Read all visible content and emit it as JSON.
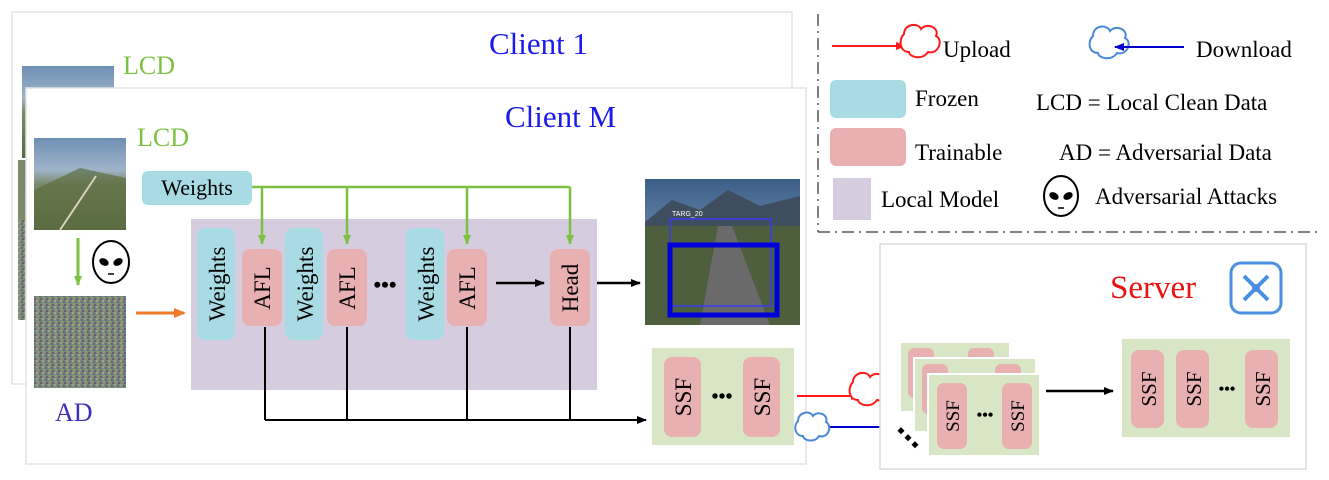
{
  "clients": {
    "client1_title": "Client 1",
    "clientM_title": "Client M",
    "lcd_label": "LCD",
    "ad_label": "AD"
  },
  "model": {
    "weights_tag": "Weights",
    "layers": [
      "Weights",
      "AFL",
      "Weights",
      "AFL",
      "Weights",
      "AFL"
    ],
    "head": "Head",
    "ellipsis": "•••",
    "ssf": "SSF"
  },
  "legend": {
    "upload": "Upload",
    "download": "Download",
    "frozen": "Frozen",
    "trainable": "Trainable",
    "local_model": "Local Model",
    "lcd_def": "LCD = Local Clean Data",
    "ad_def": "AD = Adversarial Data",
    "attacks": "Adversarial Attacks"
  },
  "server": {
    "title": "Server"
  },
  "detection": {
    "box_label": "TARG_20"
  },
  "colors": {
    "frozen": "#a9dbe4",
    "trainable": "#e9b0b2",
    "local_model": "#d6cce0",
    "ssf_panel": "#d9e6c6",
    "green_arrow": "#8bc34a",
    "upload": "#ff1a1a",
    "download": "#0000cc",
    "client_title": "#1a1aee",
    "server_title": "#ee1111",
    "lcd_text": "#7cc242"
  }
}
